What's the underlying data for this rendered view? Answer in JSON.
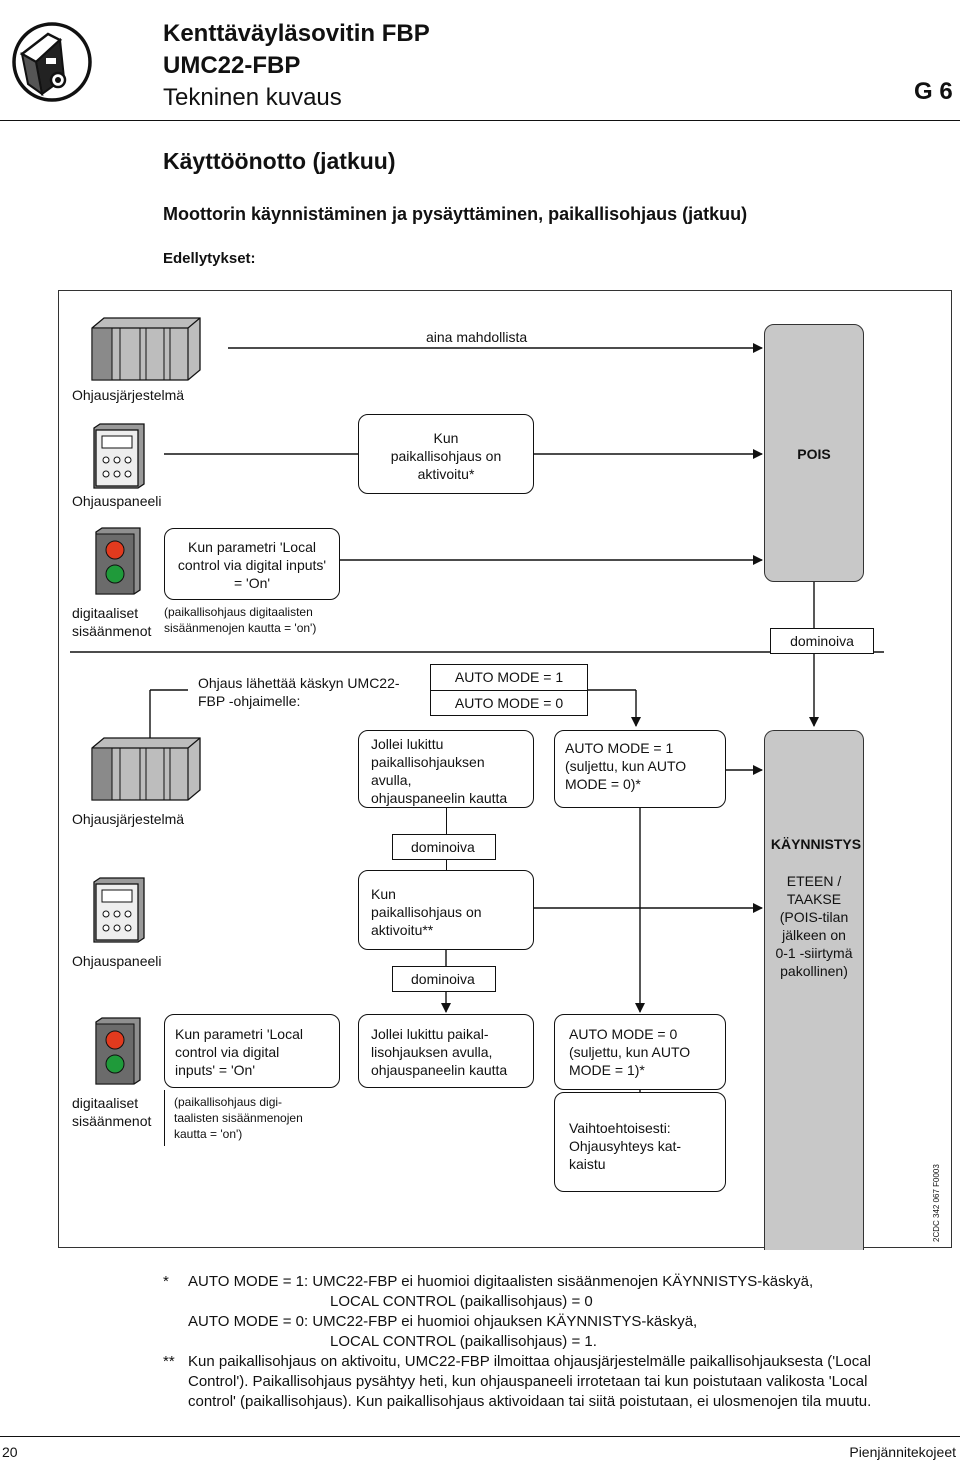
{
  "header": {
    "title_line1": "Kenttäväyläsovitin FBP",
    "title_line2": "UMC22-FBP",
    "title_line3": "Tekninen kuvaus",
    "section_code": "G 6"
  },
  "section_title": "Käyttöönotto (jatkuu)",
  "subsection_title": "Moottorin käynnistäminen ja pysäyttäminen, paikallisohjaus (jatkuu)",
  "prerequisites_label": "Edellytykset:",
  "diagram": {
    "always_possible": "aina mahdollista",
    "control_system_1": "Ohjausjärjestelmä",
    "control_panel_1": "Ohjauspaneeli",
    "local_active_1": [
      "Kun",
      "paikallisohjaus on",
      "aktivoitu*"
    ],
    "pois": "POIS",
    "param_local_1": [
      "Kun parametri 'Local",
      "control via digital inputs'",
      "= 'On'"
    ],
    "digital_inputs_1": [
      "digitaaliset",
      "sisäänmenot"
    ],
    "local_digital_1": [
      "(paikallisohjaus digitaalisten",
      "sisäänmenojen kautta = 'on')"
    ],
    "dominant_pois": "dominoiva",
    "control_sends": [
      "Ohjaus lähettää käskyn UMC22-",
      "FBP -ohjaimelle:"
    ],
    "auto_mode_1": "AUTO MODE = 1",
    "auto_mode_0": "AUTO MODE = 0",
    "control_system_2": "Ohjausjärjestelmä",
    "unless_locked_1": [
      "Jollei lukittu",
      "paikallisohjauksen",
      "avulla,",
      "ohjauspaneelin kautta"
    ],
    "auto1_closed": [
      "AUTO MODE = 1",
      "(suljettu, kun AUTO",
      "MODE = 0)*"
    ],
    "dominant_a": "dominoiva",
    "kaynnistys": "KÄYNNISTYS",
    "control_panel_2": "Ohjauspaneeli",
    "local_active_2": [
      "Kun",
      "paikallisohjaus on",
      "aktivoitu**"
    ],
    "forward_reverse": [
      "ETEEN /",
      "TAAKSE",
      "(POIS-tilan",
      "jälkeen on",
      "0-1 -siirtymä",
      "pakollinen)"
    ],
    "dominant_b": "dominoiva",
    "param_local_2": [
      "Kun parametri 'Local",
      "control via digital",
      "inputs' = 'On'"
    ],
    "unless_locked_2": [
      "Jollei lukittu paikal-",
      "lisohjauksen avulla,",
      "ohjauspaneelin kautta"
    ],
    "auto0_closed": [
      "AUTO MODE = 0",
      "(suljettu, kun AUTO",
      "MODE = 1)*"
    ],
    "digital_inputs_2": [
      "digitaaliset",
      "sisäänmenot"
    ],
    "local_digital_2": [
      "(paikallisohjaus digi-",
      "taalisten sisäänmenojen",
      "kautta = 'on')"
    ],
    "alternatively": [
      "Vaihtoehtoisesti:",
      "Ohjausyhteys kat-",
      "kaistu"
    ],
    "doc_code": "2CDC 342 067 F0003"
  },
  "footnotes": {
    "star_mark": "*",
    "star_line1": "AUTO MODE = 1: UMC22-FBP ei huomioi digitaalisten sisäänmenojen KÄYNNISTYS-käskyä,",
    "star_line2": "LOCAL CONTROL (paikallisohjaus) = 0",
    "star_line3": "AUTO MODE = 0: UMC22-FBP ei huomioi ohjauksen KÄYNNISTYS-käskyä,",
    "star_line4": "LOCAL CONTROL (paikallisohjaus) = 1.",
    "dstar_mark": "**",
    "dstar_line1": "Kun paikallisohjaus on aktivoitu, UMC22-FBP ilmoittaa ohjausjärjestelmälle paikallisohjauksesta ('Local",
    "dstar_line2": "Control'). Paikallisohjaus pysähtyy heti, kun ohjauspaneeli irrotetaan tai kun poistutaan valikosta 'Local",
    "dstar_line3": "control' (paikallisohjaus). Kun paikallisohjaus aktivoidaan tai siitä poistutaan, ei ulosmenojen tila muutu."
  },
  "footer": {
    "page_number": "20",
    "publisher": "Pienjännitekojeet"
  },
  "colors": {
    "grey_block": "#c8c8c8",
    "red_lamp": "#e23a1e",
    "green_lamp": "#1f9a3a"
  }
}
